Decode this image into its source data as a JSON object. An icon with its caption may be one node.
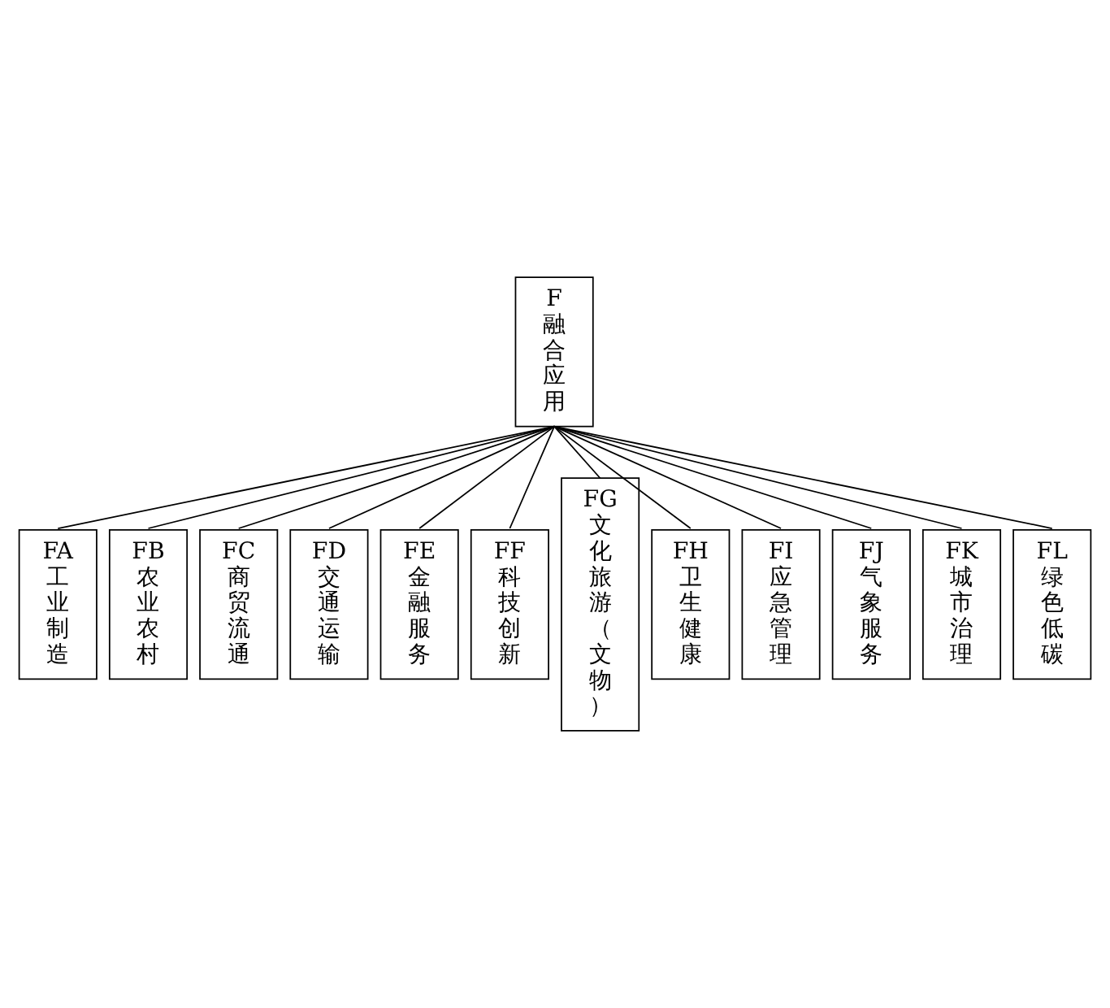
{
  "diagram": {
    "nodes": [
      {
        "text": [
          "F融合应用"
        ]
      },
      {
        "text": [
          "FA工业制造"
        ]
      },
      {
        "text": [
          "FB农业农村"
        ]
      },
      {
        "text": [
          "FC商贸流通"
        ]
      },
      {
        "text": [
          "FD交通运输"
        ]
      },
      {
        "text": [
          "FE金融服务"
        ]
      },
      {
        "text": [
          "FF科技创新"
        ]
      },
      {
        "text": [
          "FG文化旅游（文物）"
        ]
      },
      {
        "text": [
          "FH卫生健康"
        ]
      },
      {
        "text": [
          "FI应急管理"
        ]
      },
      {
        "text": [
          "FJ气象服务"
        ]
      },
      {
        "text": [
          "FK城市治理"
        ]
      },
      {
        "text": [
          "FL绿色低碳"
        ]
      }
    ],
    "edges": [
      {
        "from": 0,
        "to": 1,
        "arrow": "none"
      },
      {
        "from": 0,
        "to": 2,
        "arrow": "none"
      },
      {
        "from": 0,
        "to": 3,
        "arrow": "none"
      },
      {
        "from": 0,
        "to": 4,
        "arrow": "none"
      },
      {
        "from": 0,
        "to": 5,
        "arrow": "none"
      },
      {
        "from": 0,
        "to": 6,
        "arrow": "none"
      },
      {
        "from": 0,
        "to": 7,
        "arrow": "none"
      },
      {
        "from": 0,
        "to": 8,
        "arrow": "none"
      },
      {
        "from": 0,
        "to": 9,
        "arrow": "none"
      },
      {
        "from": 0,
        "to": 10,
        "arrow": "none"
      },
      {
        "from": 0,
        "to": 11,
        "arrow": "none"
      },
      {
        "from": 0,
        "to": 12,
        "arrow": "none"
      }
    ]
  }
}
